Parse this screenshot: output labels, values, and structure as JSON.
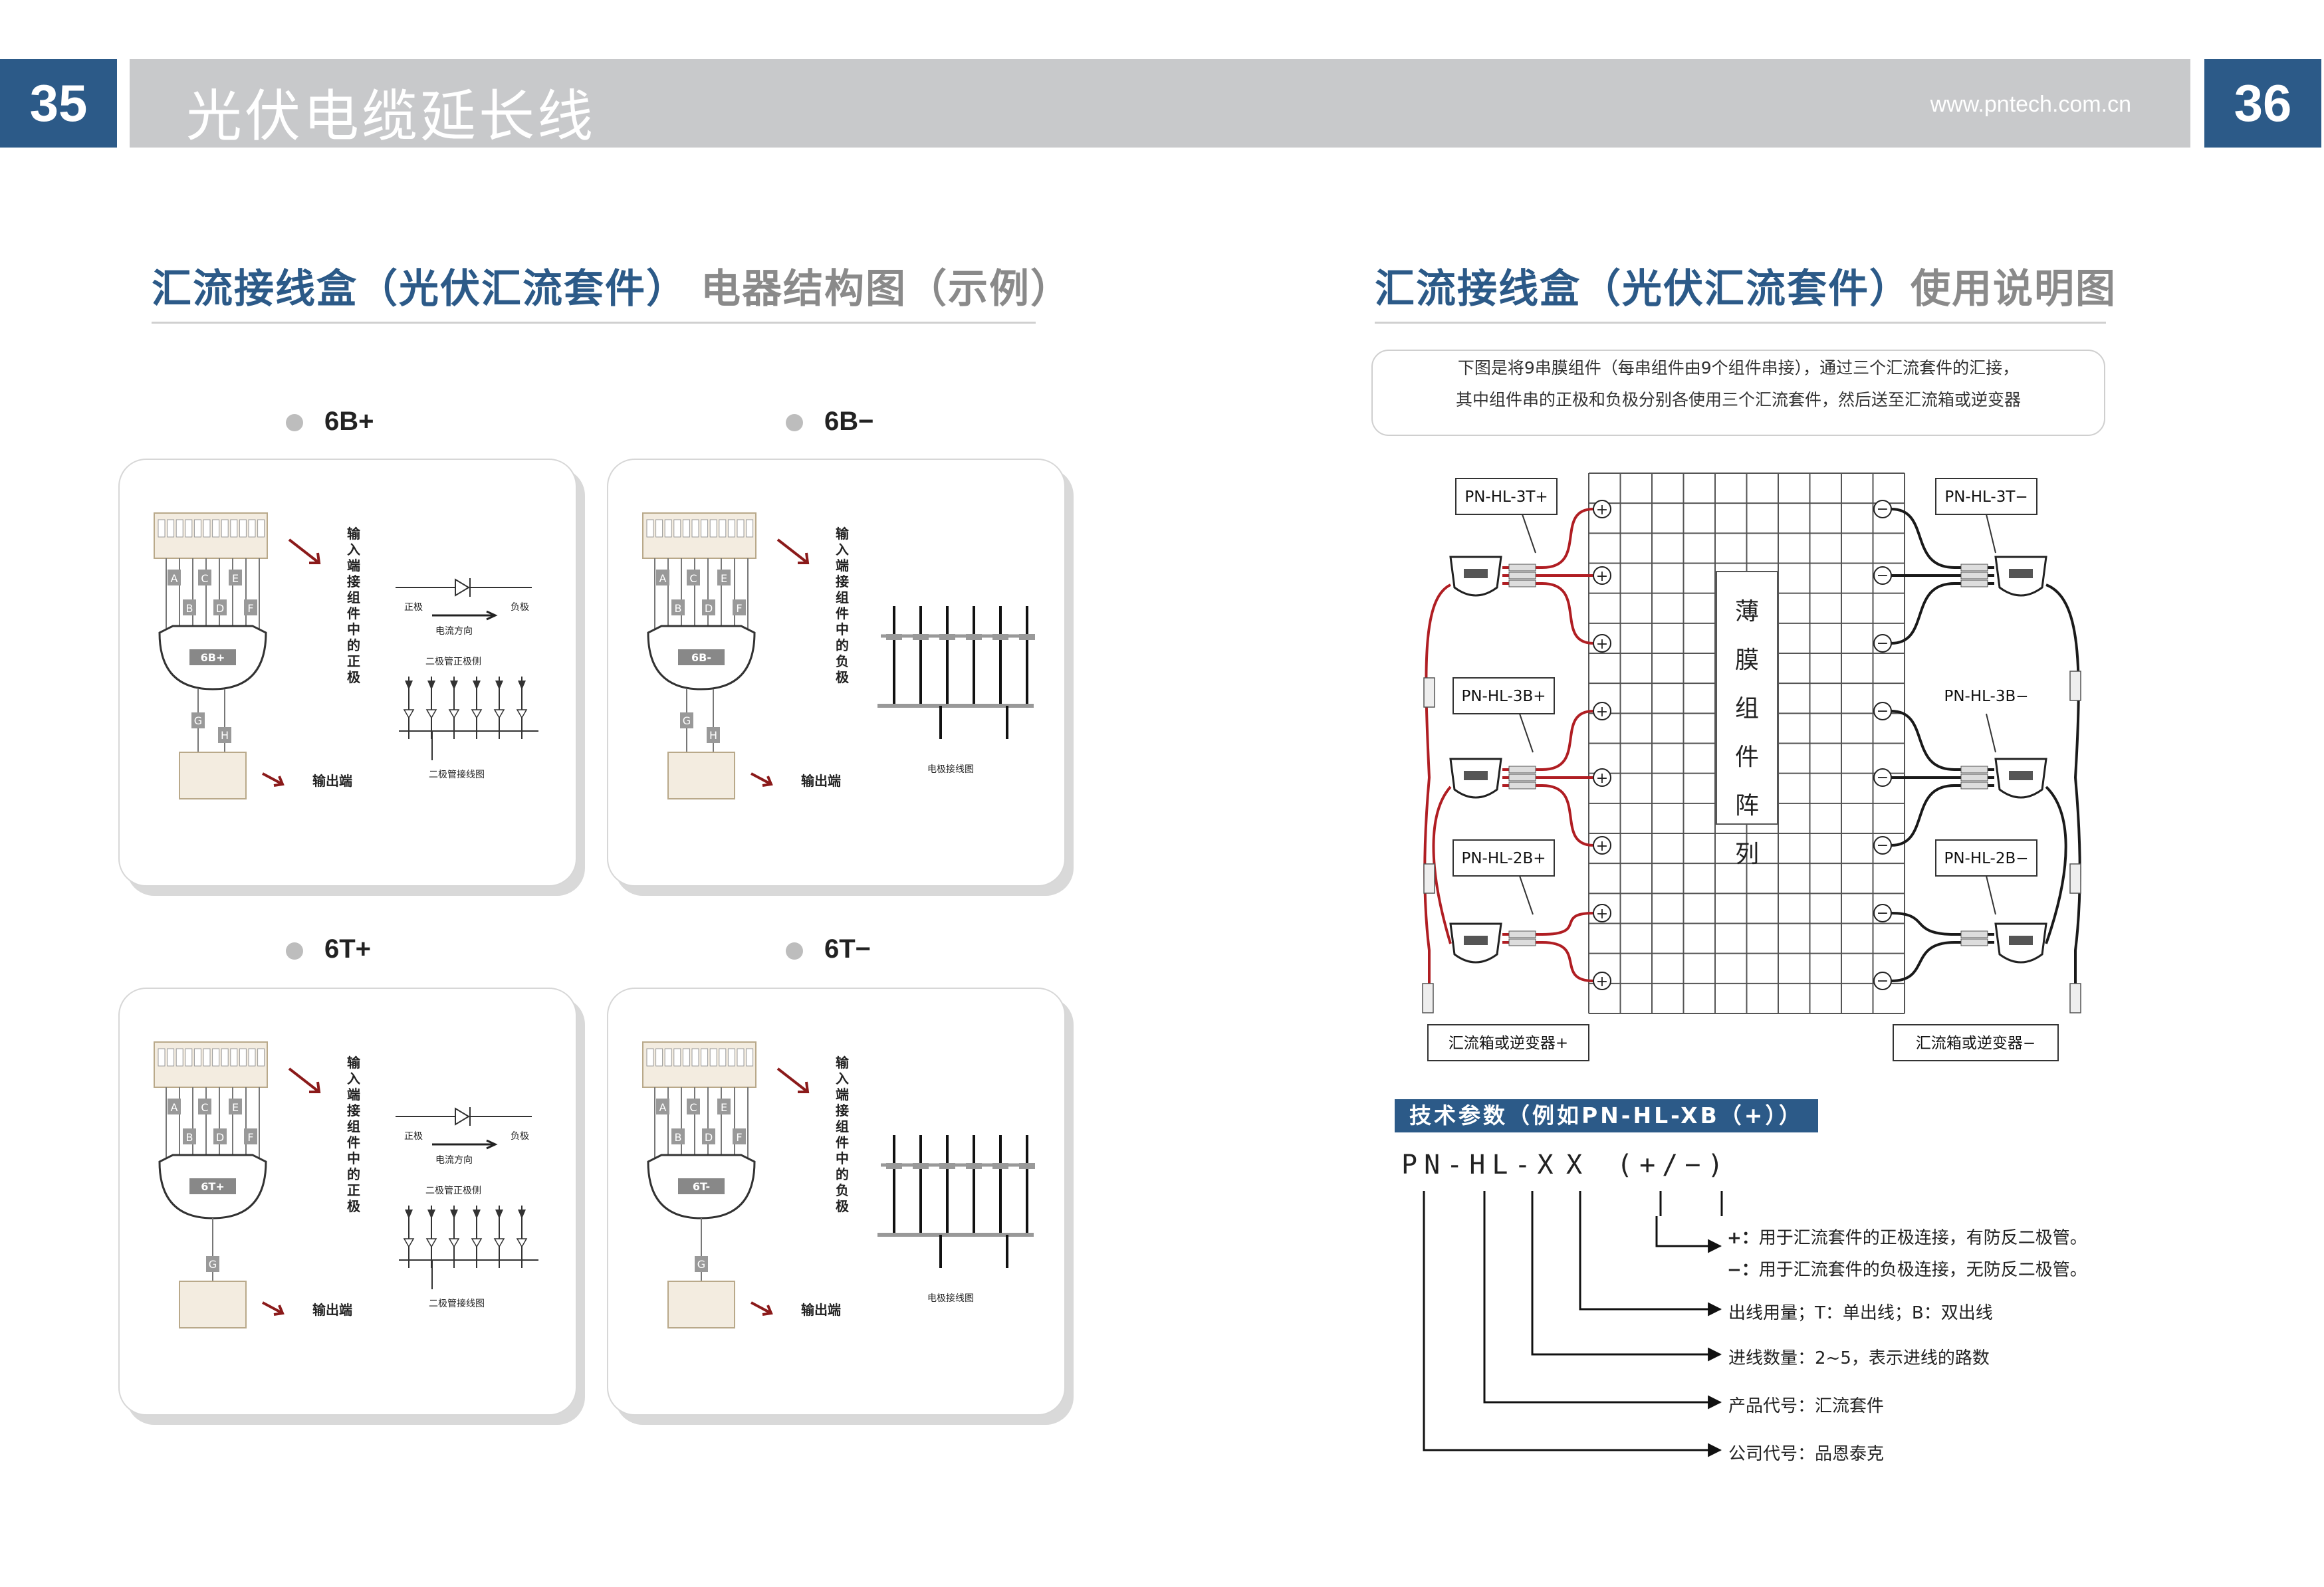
{
  "header": {
    "left_page": "35",
    "right_page": "36",
    "title": "光伏电缆延长线",
    "url": "www.pntech.com.cn"
  },
  "left": {
    "title_blue": "汇流接线盒（光伏汇流套件）",
    "title_gray": "电器结构图（示例）",
    "cards": [
      {
        "label": "6B+",
        "box": "6B+",
        "vertical": "输入端接组件中的正极",
        "output": "输出端",
        "diag": "diode",
        "cols": [
          "A",
          "C",
          "E"
        ],
        "cols2": [
          "B",
          "D",
          "F"
        ],
        "outs": [
          "G",
          "H"
        ]
      },
      {
        "label": "6B−",
        "box": "6B-",
        "vertical": "输入端接组件中的负极",
        "output": "输出端",
        "diag": "electrode",
        "cols": [
          "A",
          "C",
          "E"
        ],
        "cols2": [
          "B",
          "D",
          "F"
        ],
        "outs": [
          "G",
          "H"
        ]
      },
      {
        "label": "6T+",
        "box": "6T+",
        "vertical": "输入端接组件中的正极",
        "output": "输出端",
        "diag": "diode",
        "cols": [
          "A",
          "C",
          "E"
        ],
        "cols2": [
          "B",
          "D",
          "F"
        ],
        "outs": [
          "G"
        ]
      },
      {
        "label": "6T−",
        "box": "6T-",
        "vertical": "输入端接组件中的负极",
        "output": "输出端",
        "diag": "electrode",
        "cols": [
          "A",
          "C",
          "E"
        ],
        "cols2": [
          "B",
          "D",
          "F"
        ],
        "outs": [
          "G"
        ]
      }
    ],
    "diode_labels": {
      "pos": "正极",
      "neg": "负极",
      "current": "电流方向",
      "side": "二极管正极侧",
      "caption": "二极管接线图"
    },
    "electrode_caption": "电极接线图"
  },
  "right": {
    "title_blue": "汇流接线盒（光伏汇流套件）",
    "title_gray": "使用说明图",
    "note_line1": "下图是将9串膜组件（每串组件由9个组件串接），通过三个汇流套件的汇接，",
    "note_line2": "其中组件串的正极和负极分别各使用三个汇流套件，然后送至汇流箱或逆变器",
    "array_label": [
      "薄",
      "膜",
      "组",
      "件",
      "阵",
      "列"
    ],
    "left_boxes": [
      "PN-HL-3T+",
      "PN-HL-3B+",
      "PN-HL-2B+"
    ],
    "right_boxes": [
      "PN-HL-3T−",
      "PN-HL-3B−",
      "PN-HL-2B−"
    ],
    "bottom_left": "汇流箱或逆变器+",
    "bottom_right": "汇流箱或逆变器−",
    "tech_header": "技术参数（例如PN-HL-XB（+））",
    "code": [
      "PN-HL-X",
      "X",
      "(+/−)"
    ],
    "legend": {
      "plus_sym": "+：",
      "plus": "用于汇流套件的正极连接，有防反二极管。",
      "minus_sym": "−：",
      "minus": "用于汇流套件的负极连接，无防反二极管。",
      "out": "出线用量；T：单出线；B：双出线",
      "in": "进线数量：2~5，表示进线的路数",
      "product": "产品代号：汇流套件",
      "company": "公司代号：品恩泰克"
    },
    "colors": {
      "positive": "#b01e23",
      "negative": "#1a1a1a",
      "brand": "#2c5a88"
    }
  }
}
